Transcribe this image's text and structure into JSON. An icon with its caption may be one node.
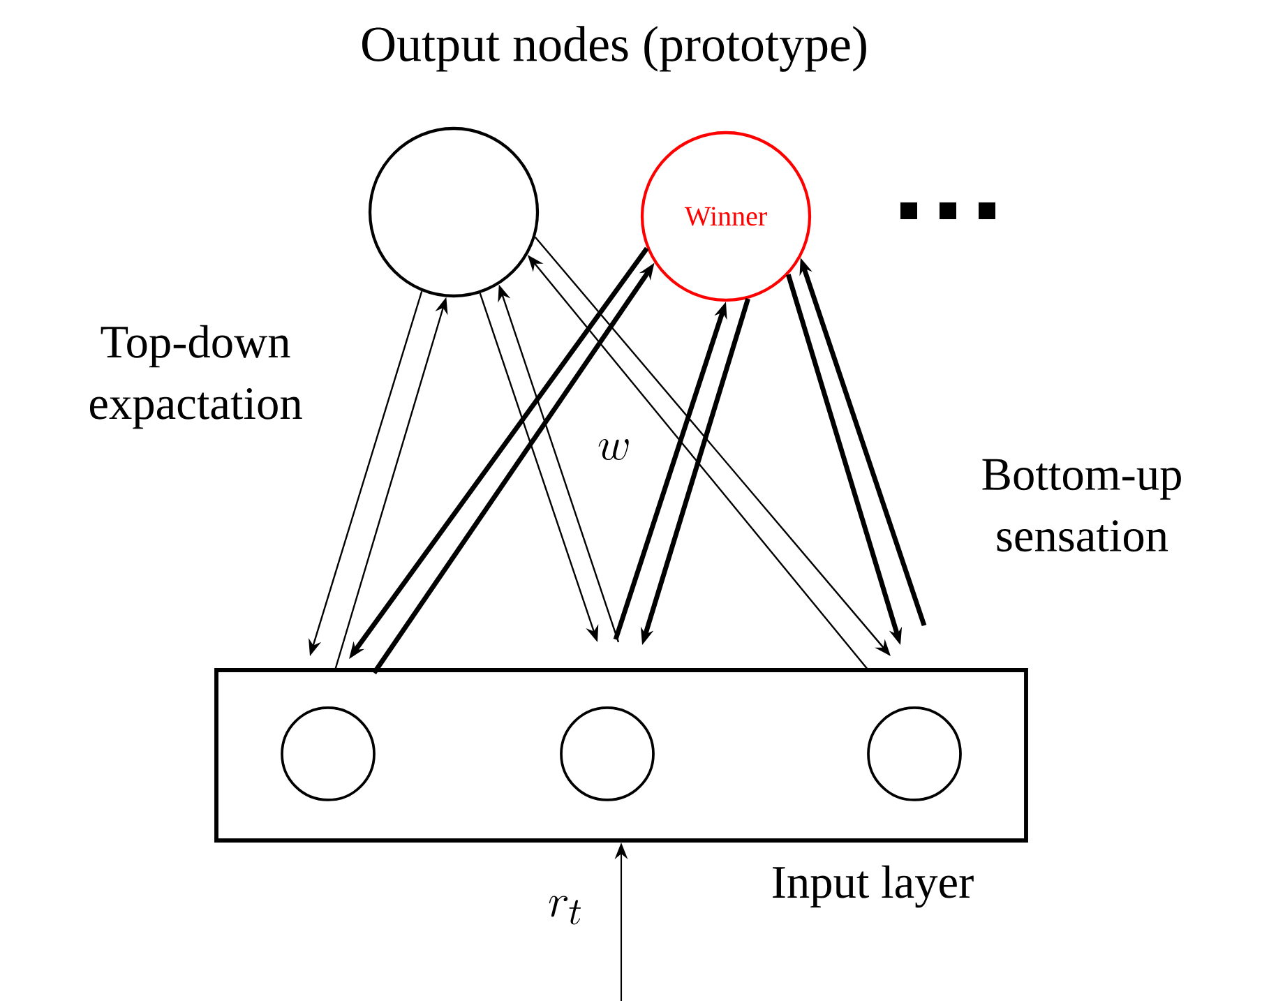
{
  "diagram": {
    "title": "Output nodes (prototype)",
    "nodes": [
      {
        "text": [],
        "shape": "circle"
      },
      {
        "text": [
          "Winner"
        ]
      },
      {
        "text": [],
        "shape": "box",
        "beside": [
          "Input layer"
        ]
      },
      {
        "text": [],
        "shape": "circle",
        "in": 2
      },
      {
        "text": [],
        "shape": "circle",
        "in": 2
      },
      {
        "text": [],
        "shape": "circle",
        "in": 2
      }
    ],
    "edges": [
      {
        "from": 0,
        "to": 3,
        "arrow": "to"
      },
      {
        "from": 3,
        "to": 0,
        "arrow": "to"
      },
      {
        "from": 0,
        "to": 4,
        "arrow": "to"
      },
      {
        "from": 4,
        "to": 0,
        "arrow": "to"
      },
      {
        "from": 0,
        "to": 5,
        "arrow": "to"
      },
      {
        "from": 5,
        "to": 0,
        "arrow": "to"
      },
      {
        "from": 1,
        "to": 3,
        "arrow": "to",
        "style": "thick"
      },
      {
        "from": 3,
        "to": 1,
        "arrow": "to",
        "style": "thick"
      },
      {
        "from": 4,
        "to": 1,
        "arrow": "to",
        "style": "thick"
      },
      {
        "from": 1,
        "to": 4,
        "arrow": "to",
        "style": "thick"
      },
      {
        "from": 1,
        "to": 5,
        "arrow": "to",
        "style": "thick"
      },
      {
        "from": 5,
        "to": 1,
        "arrow": "to",
        "style": "thick"
      },
      {
        "from": null,
        "to": 2,
        "arrow": "to",
        "label": "r_t"
      }
    ],
    "labels": [
      "Top-down expactation",
      "w",
      "Bottom-up sensation"
    ]
  }
}
